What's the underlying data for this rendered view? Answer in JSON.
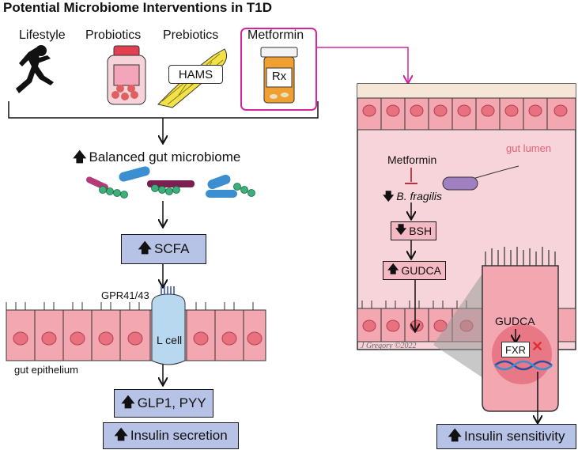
{
  "title": "Potential Microbiome Interventions in T1D",
  "interventions": {
    "lifestyle": "Lifestyle",
    "probiotics": "Probiotics",
    "prebiotics": "Prebiotics",
    "metformin": "Metformin",
    "hams": "HAMS",
    "rx": "Rx"
  },
  "left_pathway": {
    "balanced": "Balanced gut microbiome",
    "scfa": "SCFA",
    "receptor": "GPR41/43",
    "lcell": "L cell",
    "epithelium": "gut epithelium",
    "glp1": "GLP1, PYY",
    "insulin_secretion": "Insulin secretion",
    "up_arrow": "🡅",
    "down_arrow": "🡇"
  },
  "right_pathway": {
    "gut_lumen": "gut lumen",
    "metformin": "Metformin",
    "b_fragilis": "B. fragilis",
    "bsh": "BSH",
    "gudca": "GUDCA",
    "gudca_cell": "GUDCA",
    "fxr": "FXR",
    "insulin_sensitivity": "Insulin sensitivity",
    "credit": "J Gregory ©2022"
  },
  "colors": {
    "box_blue": "#b7c3e6",
    "box_pink": "#f4b9c2",
    "cell_pink": "#f2a7b1",
    "nucleus": "#e8707f",
    "magenta": "#d6259b",
    "lumen": "#f7d4d9"
  },
  "icons": [
    "runner-icon",
    "probiotic-jar-icon",
    "corn-icon",
    "pill-bottle-icon",
    "bacteria-icon",
    "dna-icon"
  ]
}
